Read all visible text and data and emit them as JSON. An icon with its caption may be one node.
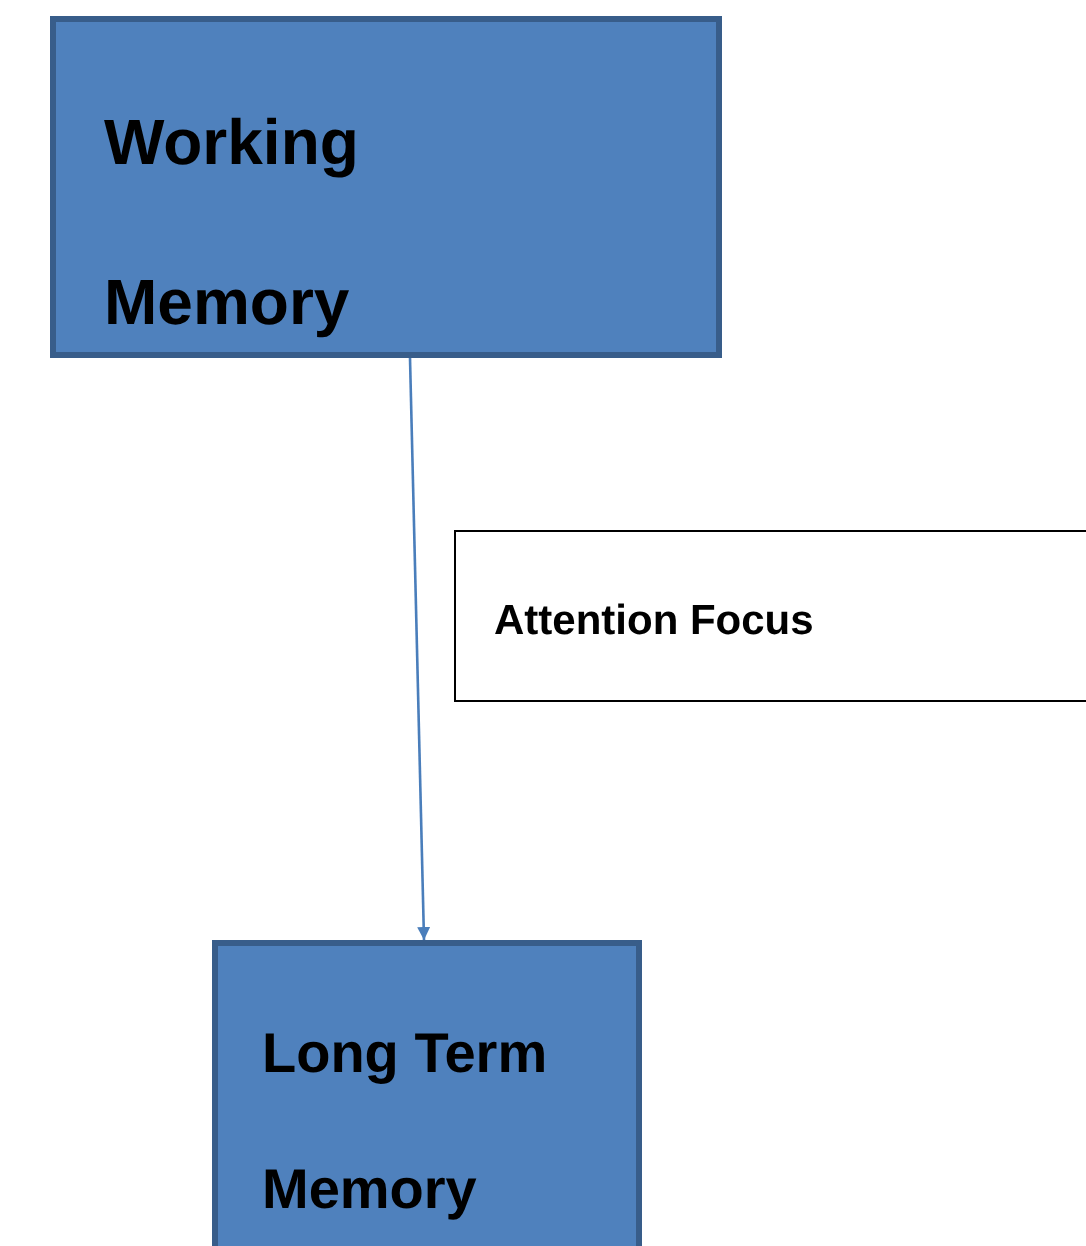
{
  "diagram": {
    "nodes": [
      {
        "text": [
          "Working Memory"
        ]
      },
      {
        "text": [
          "Attention Focus"
        ]
      },
      {
        "text": [
          "Long Term Memory"
        ]
      }
    ],
    "edges": [
      {
        "from": 0,
        "to": 2,
        "arrow": "to"
      }
    ]
  }
}
